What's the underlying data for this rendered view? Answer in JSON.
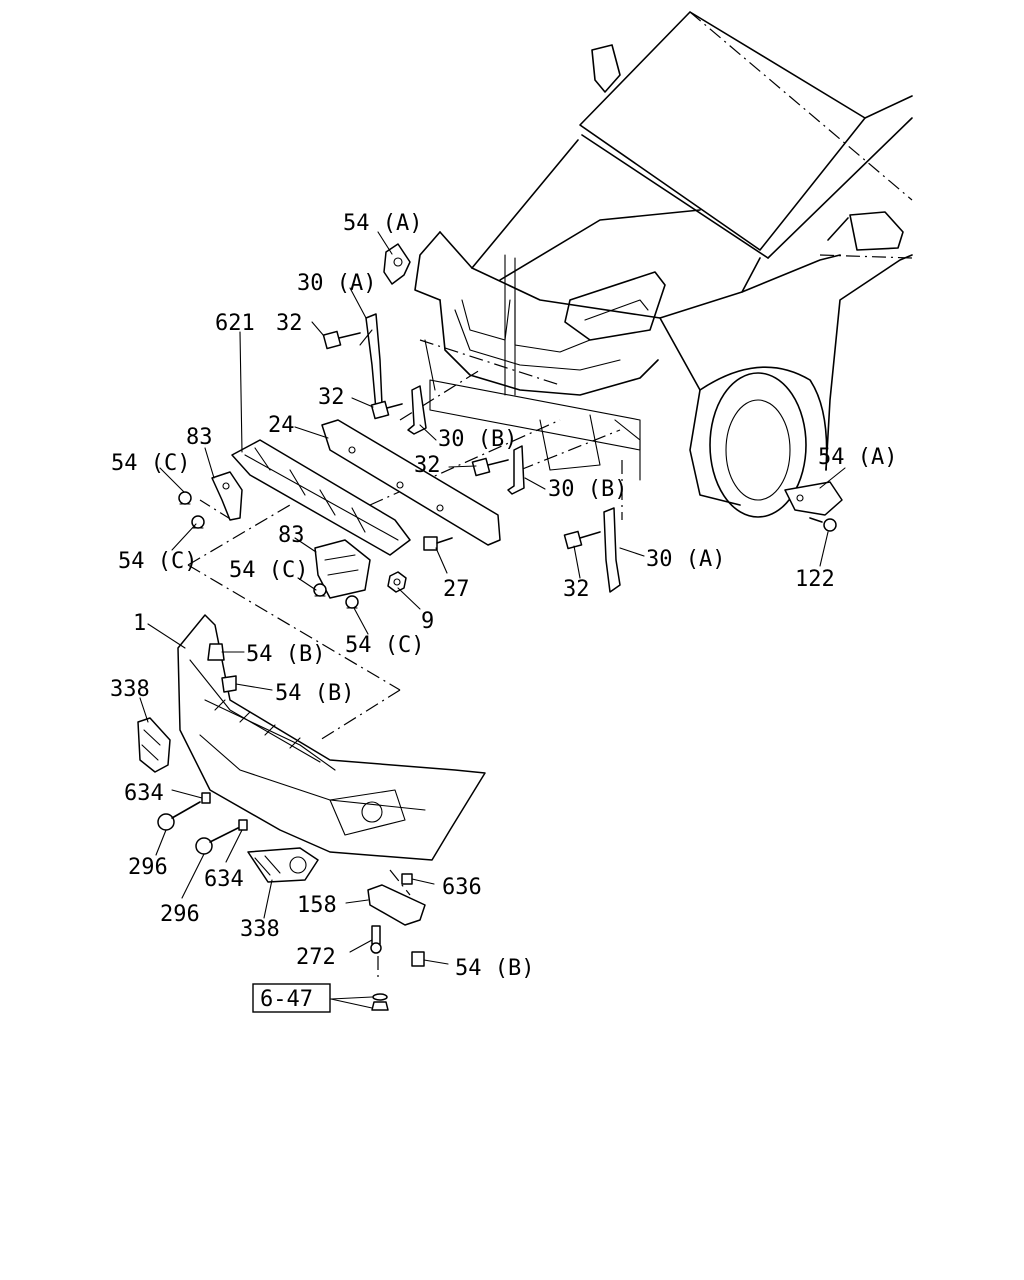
{
  "labels": {
    "l_54a_top": "54 (A)",
    "l_30a_top": "30 (A)",
    "l_32_a": "32",
    "l_32_b": "32",
    "l_30b_a": "30 (B)",
    "l_32_c": "32",
    "l_30b_b": "30 (B)",
    "l_621": "621",
    "l_83_a": "83",
    "l_24": "24",
    "l_54c_a": "54 (C)",
    "l_54c_b": "54 (C)",
    "l_83_b": "83",
    "l_54c_c": "54 (C)",
    "l_27": "27",
    "l_9": "9",
    "l_54c_d": "54 (C)",
    "l_32_d": "32",
    "l_30a_b": "30 (A)",
    "l_54a_right": "54 (A)",
    "l_122": "122",
    "l_1": "1",
    "l_54b_a": "54 (B)",
    "l_54b_b": "54 (B)",
    "l_338_a": "338",
    "l_634_a": "634",
    "l_296_a": "296",
    "l_634_b": "634",
    "l_296_b": "296",
    "l_338_b": "338",
    "l_636": "636",
    "l_158": "158",
    "l_272": "272",
    "l_54b_c": "54 (B)",
    "ref_box": "6-47"
  }
}
